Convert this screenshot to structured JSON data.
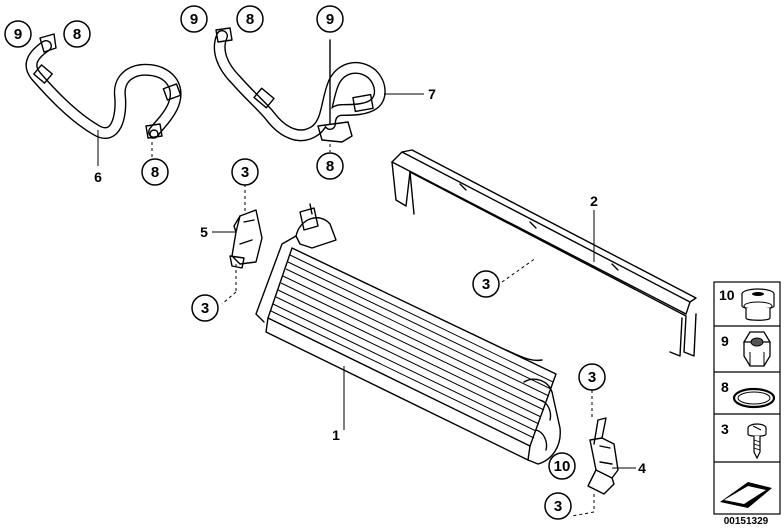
{
  "diagram": {
    "callouts": [
      {
        "id": "c9a",
        "text": "9"
      },
      {
        "id": "c8a",
        "text": "8"
      },
      {
        "id": "c8b",
        "text": "8"
      },
      {
        "id": "c9b",
        "text": "9"
      },
      {
        "id": "c8c",
        "text": "8"
      },
      {
        "id": "c9c",
        "text": "9"
      },
      {
        "id": "c8d",
        "text": "8"
      },
      {
        "id": "c3a",
        "text": "3"
      },
      {
        "id": "c3b",
        "text": "3"
      },
      {
        "id": "c3c",
        "text": "3"
      },
      {
        "id": "c3d",
        "text": "3"
      },
      {
        "id": "c3e",
        "text": "3"
      },
      {
        "id": "c10",
        "text": "10"
      }
    ],
    "part_labels": [
      {
        "id": "p6",
        "text": "6"
      },
      {
        "id": "p7",
        "text": "7"
      },
      {
        "id": "p5",
        "text": "5"
      },
      {
        "id": "p2",
        "text": "2"
      },
      {
        "id": "p1",
        "text": "1"
      },
      {
        "id": "p4",
        "text": "4"
      }
    ]
  },
  "legend": {
    "items": [
      {
        "number": "10",
        "icon": "grommet-icon"
      },
      {
        "number": "9",
        "icon": "hex-nut-icon"
      },
      {
        "number": "8",
        "icon": "o-ring-icon"
      },
      {
        "number": "3",
        "icon": "screw-icon"
      }
    ],
    "footer_icon": "arrow-icon"
  },
  "reference": "00151329"
}
